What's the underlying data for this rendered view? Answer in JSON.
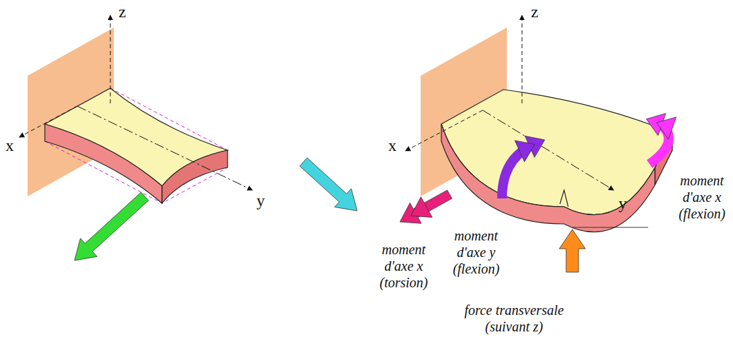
{
  "diagram": {
    "labels": [
      "z",
      "x",
      "y",
      "z",
      "x",
      "moment d'axe x (torsion)",
      "moment d'axe y (flexion)",
      "force transversale (suivant z)",
      "y",
      "moment d'axe x (flexion)"
    ]
  }
}
